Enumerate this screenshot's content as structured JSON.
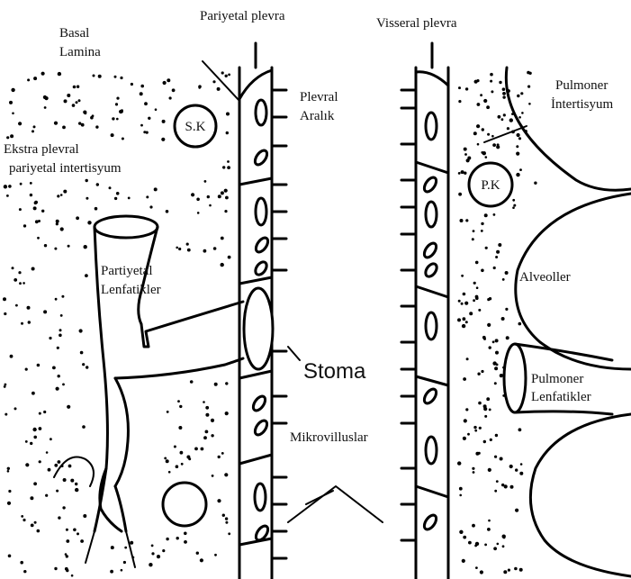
{
  "labels": {
    "basal_1": "Basal",
    "basal_2": "Lamina",
    "pariyetal_plevra": "Pariyetal plevra",
    "visseral_plevra": "Visseral plevra",
    "plevral_1": "Plevral",
    "plevral_2": "Aralık",
    "pulmoner_int_1": "Pulmoner",
    "pulmoner_int_2": "İntertisyum",
    "sk": "S.K",
    "pk": "P.K",
    "ekstra_1": "Ekstra plevral",
    "ekstra_2": "pariyetal intertisyum",
    "partiyetal_1": "Partiyetal",
    "partiyetal_2": "Lenfatikler",
    "alveoller": "Alveoller",
    "stoma": "Stoma",
    "pulmoner_lenf_1": "Pulmoner",
    "pulmoner_lenf_2": "Lenfatikler",
    "mikrovilluslar": "Mikrovilluslar"
  },
  "icons": [
    "stippled-interstitium",
    "pleural-membrane",
    "lymphatic-vessel",
    "capillary-circle",
    "alveolus-arc",
    "microvilli"
  ],
  "colors": {
    "ink": "#000000",
    "background": "#ffffff"
  }
}
